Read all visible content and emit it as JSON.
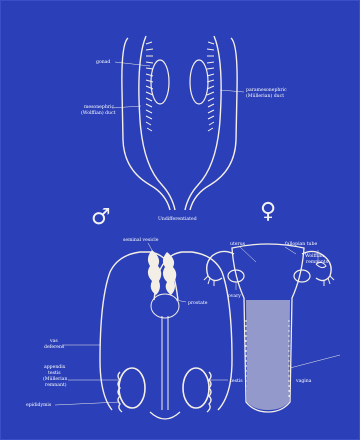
{
  "slide": {
    "background": "#2a3fb8",
    "ink": "#f4efe6"
  },
  "top_diagram": {
    "labels": {
      "gonad": "gonad",
      "mesonephric": "mesonephric",
      "mesonephric_sub": "(Wolffian) duct",
      "paramesonephric": "paramesonephric",
      "paramesonephric_sub": "(Müllerian) duct",
      "undifferentiated": "Undifferentiated"
    }
  },
  "male_diagram": {
    "symbol": "♂",
    "labels": {
      "seminal_vesicle": "seminal vesicle",
      "prostate": "prostate",
      "vas": "vas",
      "deferens": "deferens",
      "appendix": "appendix",
      "testis_1": "testis",
      "mullerian": "(Müllerian",
      "remnant": "remnant)",
      "epididymis": "epididymis",
      "testis_2": "testis"
    }
  },
  "female_diagram": {
    "symbol": "♀",
    "labels": {
      "uterus": "uterus",
      "fallopian": "fallopian tube",
      "wolffian": "Wolffian",
      "remnants": "remnants",
      "ovary": "ovary",
      "vagina": "vagina"
    }
  }
}
